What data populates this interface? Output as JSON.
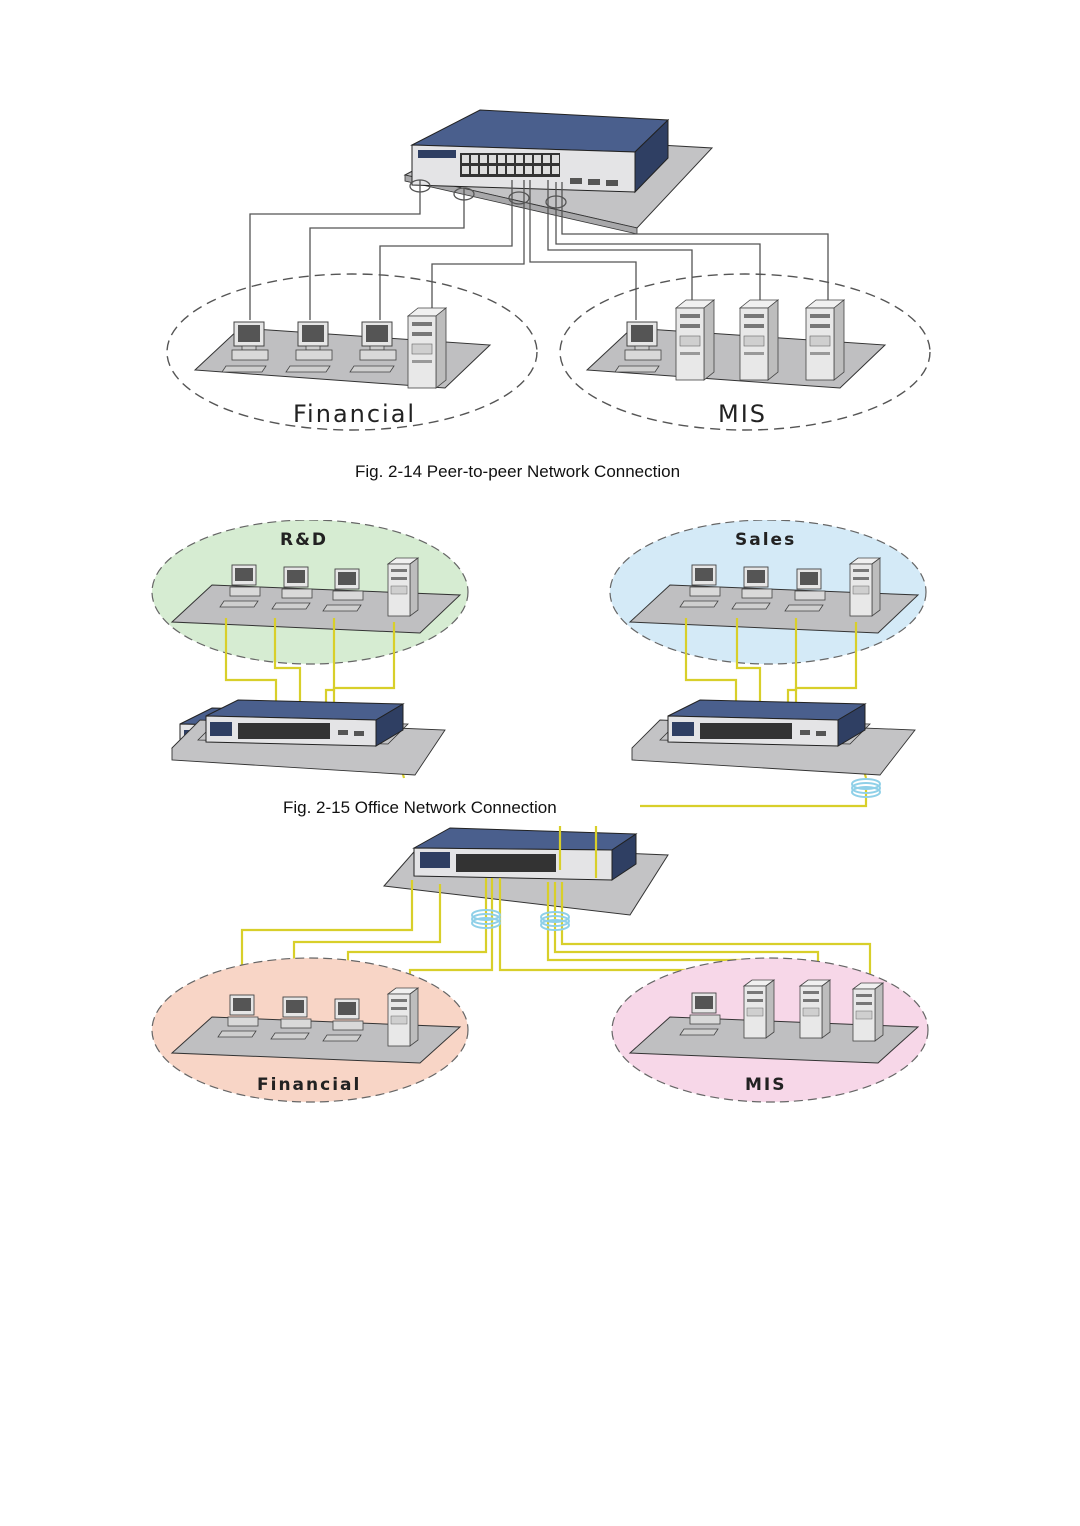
{
  "figures": [
    {
      "caption": "Fig. 2-14 Peer-to-peer Network Connection",
      "groups": [
        {
          "label": "Financial",
          "workstations": 3,
          "servers": 1
        },
        {
          "label": "MIS",
          "workstations": 1,
          "servers": 3
        }
      ]
    },
    {
      "caption": "Fig. 2-15 Office Network Connection",
      "groups": [
        {
          "label": "R&D",
          "workstations": 3,
          "servers": 1,
          "fill": "#d6ecd2"
        },
        {
          "label": "Sales",
          "workstations": 3,
          "servers": 1,
          "fill": "#d4eaf7"
        },
        {
          "label": "Financial",
          "workstations": 3,
          "servers": 1,
          "fill": "#f8d5c6"
        },
        {
          "label": "MIS",
          "workstations": 1,
          "servers": 3,
          "fill": "#f7d7e8"
        }
      ]
    }
  ],
  "colors": {
    "switch_body": "#3a4f7a",
    "platform": "#bfbfc1",
    "cable_plain": "#555555",
    "cable_fiber": "#d8cf2a",
    "fiber_coil": "#8fd0e8"
  }
}
